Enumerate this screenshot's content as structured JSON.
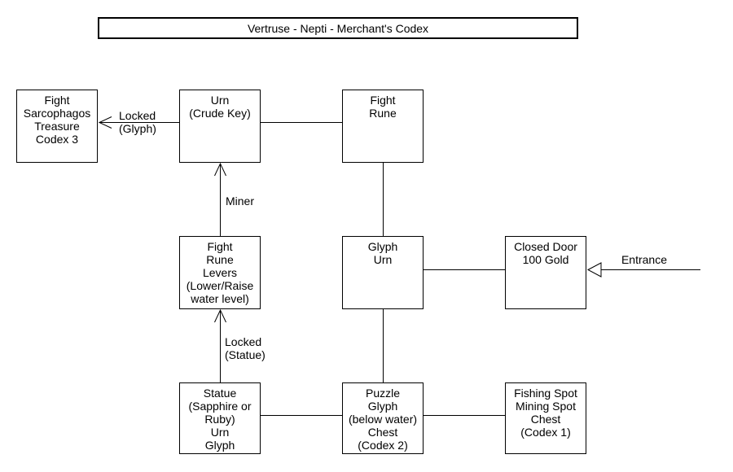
{
  "title": "Vertruse - Nepti - Merchant's Codex",
  "nodes": {
    "fight_sarcophagos": {
      "label": "Fight\nSarcophagos\nTreasure\nCodex 3"
    },
    "urn_crude_key": {
      "label": "Urn\n(Crude Key)"
    },
    "fight_rune": {
      "label": "Fight\nRune"
    },
    "fight_rune_levers": {
      "label": "Fight\nRune\nLevers\n(Lower/Raise\nwater level)"
    },
    "glyph_urn": {
      "label": "Glyph\nUrn"
    },
    "closed_door": {
      "label": "Closed Door\n100 Gold"
    },
    "statue": {
      "label": "Statue\n(Sapphire or\nRuby)\nUrn\nGlyph"
    },
    "puzzle_glyph": {
      "label": "Puzzle\nGlyph\n(below water)\nChest\n(Codex 2)"
    },
    "fishing_mining": {
      "label": "Fishing Spot\nMining Spot\nChest\n(Codex 1)"
    }
  },
  "edge_labels": {
    "locked_glyph": "Locked\n(Glyph)",
    "miner": "Miner",
    "locked_statue": "Locked\n(Statue)",
    "entrance": "Entrance"
  },
  "colors": {
    "background": "#ffffff",
    "line": "#000000",
    "text": "#000000",
    "box_fill": "#ffffff"
  }
}
